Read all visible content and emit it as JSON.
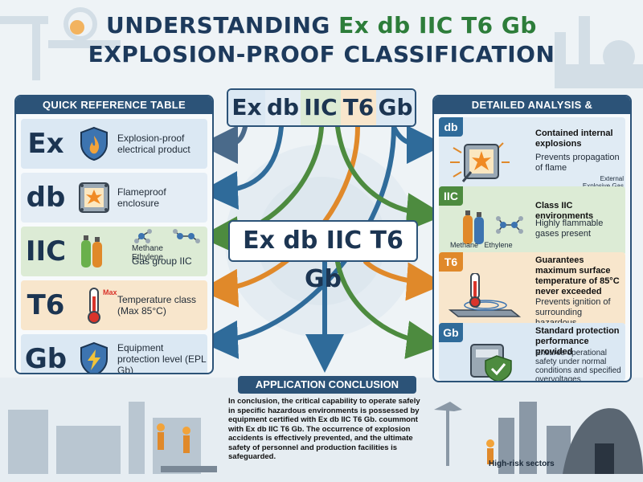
{
  "title": {
    "line1_prefix": "UNDERSTANDING ",
    "line1_highlight": "Ex db IIC T6 Gb",
    "line2": "EXPLOSION-PROOF CLASSIFICATION"
  },
  "colors": {
    "navy": "#2c5378",
    "green": "#4d8b3f",
    "orange": "#e0892a",
    "blue": "#2f6b9a"
  },
  "quick_reference": {
    "heading": "QUICK REFERENCE TABLE",
    "rows": [
      {
        "code": "Ex",
        "icon": "flame-shield-icon",
        "desc": "Explosion-proof electrical product"
      },
      {
        "code": "db",
        "icon": "flameproof-enclosure-icon",
        "desc": "Flameproof enclosure"
      },
      {
        "code": "IIC",
        "icon": "gas-cylinders-icon",
        "gas1": "Methane",
        "gas2": "Ethylene",
        "desc": "Gas group IIC"
      },
      {
        "code": "T6",
        "icon": "thermometer-icon",
        "icon_label": "Max",
        "desc": "Temperature class (Max 85°C)"
      },
      {
        "code": "Gb",
        "icon": "lightning-shield-icon",
        "desc": "Equipment protection level (EPL Gb)"
      }
    ]
  },
  "code_segments": [
    "Ex",
    "db",
    "IIC",
    "T6",
    "Gb"
  ],
  "center_code": "Ex db IIC T6 Gb",
  "detailed_analysis": {
    "heading": "DETAILED ANALYSIS & APPLICATION",
    "rows": [
      {
        "tag": "db",
        "title": "Contained internal explosions",
        "text": "Prevents propagation of flame",
        "note": "External Explosive Gas"
      },
      {
        "tag": "IIC",
        "title": "Class IIC environments",
        "text": "Highly flammable gases present",
        "gas1": "Methane",
        "gas2": "Ethylene"
      },
      {
        "tag": "T6",
        "title": "Guarantees maximum surface temperature of 85°C never exceeded",
        "text": "Prevents ignition of surrounding hazardous atmosphere"
      },
      {
        "tag": "Gb",
        "title": "Standard protection performance provided",
        "text": "Ensures operational safety under normal conditions and specified overvoltages"
      }
    ]
  },
  "conclusion": {
    "heading": "APPLICATION CONCLUSION",
    "text": "In conclusion, the critical capability to operate safely in specific hazardous environments is possessed by equipment certified with Ex db IIC T6 Gb. coummont with Ex db IIC T6 Gb. The occurrence of explosion accidents is effectively prevented, and the ultimate safety of personnel and production facilities is safeguarded."
  },
  "sectors_label": "High-risk sectors"
}
